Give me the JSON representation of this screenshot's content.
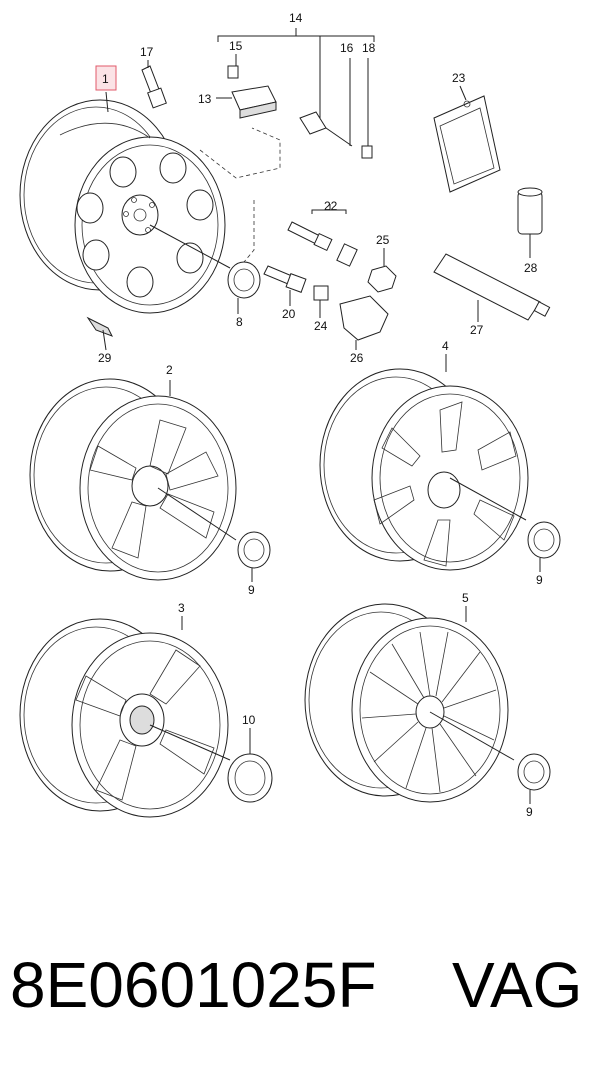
{
  "callouts": {
    "c1": "1",
    "c2": "2",
    "c3": "3",
    "c4": "4",
    "c5": "5",
    "c8": "8",
    "c9a": "9",
    "c9b": "9",
    "c9c": "9",
    "c10": "10",
    "c13": "13",
    "c14": "14",
    "c15": "15",
    "c16": "16",
    "c17": "17",
    "c18": "18",
    "c20": "20",
    "c22": "22",
    "c23": "23",
    "c24": "24",
    "c25": "25",
    "c26": "26",
    "c27": "27",
    "c28": "28",
    "c29": "29"
  },
  "highlight_color": "#e05a6a",
  "footer": {
    "part_number": "8E0601025F",
    "brand": "VAG"
  }
}
